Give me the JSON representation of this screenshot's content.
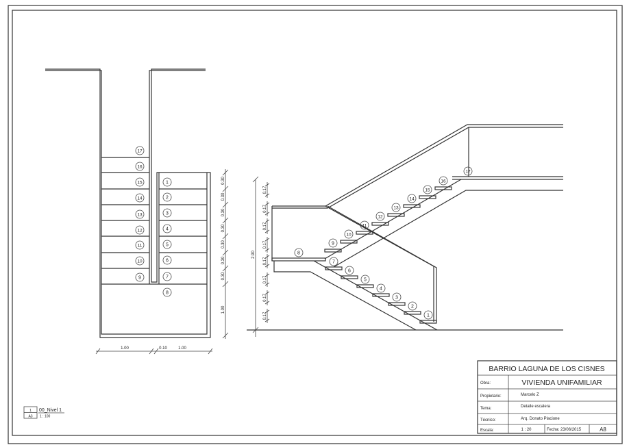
{
  "title_block": {
    "project": "BARRIO LAGUNA DE LOS CISNES",
    "obra_label": "Obra:",
    "obra_value": "VIVIENDA UNIFAMILIAR",
    "propietario_label": "Propietario:",
    "propietario_value": "Marcelo Z",
    "tema_label": "Tema:",
    "tema_value": "Detalle escalera",
    "tecnico_label": "Técnico:",
    "tecnico_value": "Arq. Donato Placione",
    "escala_label": "Escala:",
    "escala_value": "1 : 20",
    "fecha": "Fecha: 23/06/2015",
    "sheet": "A8"
  },
  "view_tag": {
    "number": "1",
    "sheet": "A3",
    "name": "00_Nivel 1",
    "scale": "1 : 100"
  },
  "plan": {
    "left_steps": [
      "17",
      "16",
      "15",
      "14",
      "13",
      "12",
      "11",
      "10",
      "9"
    ],
    "right_steps": [
      "1",
      "2",
      "3",
      "4",
      "5",
      "6",
      "7",
      "8"
    ],
    "vertical_dims": [
      "0.30",
      "0.30",
      "0.30",
      "0.30",
      "0.30",
      "0.30",
      "0.30",
      "1.00"
    ],
    "horizontal_dims": [
      "1.00",
      "0.10",
      "1.00"
    ]
  },
  "section": {
    "total_height": "2.90",
    "riser_dims": [
      "0.17",
      "0.17",
      "0.17",
      "0.17",
      "0.17",
      "0.17",
      "0.17",
      "0.17"
    ],
    "steps": [
      "1",
      "2",
      "3",
      "4",
      "5",
      "6",
      "7",
      "8",
      "9",
      "10",
      "11",
      "12",
      "13",
      "14",
      "15",
      "16",
      "17"
    ]
  }
}
